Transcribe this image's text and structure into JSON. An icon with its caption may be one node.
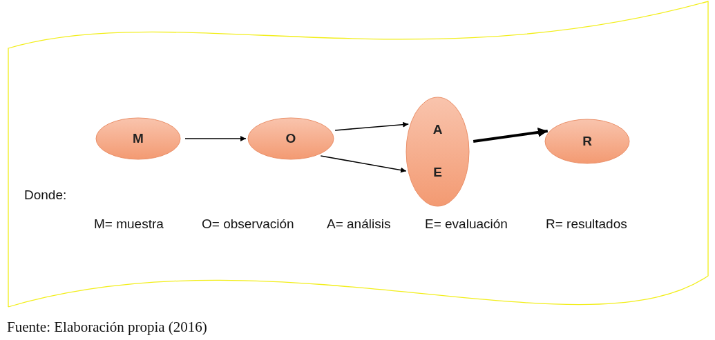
{
  "diagram": {
    "caption": "Fuente: Elaboración propia (2016)",
    "nodes": [
      {
        "text": [
          "M"
        ]
      },
      {
        "text": [
          "O"
        ]
      },
      {
        "text": [
          "A",
          "E"
        ]
      },
      {
        "text": [
          "R"
        ]
      }
    ],
    "edges": [
      {
        "from": 0,
        "to": 1,
        "arrow": "to"
      },
      {
        "from": 1,
        "to": 2,
        "arrow": "to"
      },
      {
        "from": 1,
        "to": 2,
        "arrow": "to"
      },
      {
        "from": 2,
        "to": 3,
        "arrow": "to",
        "style": "thick"
      }
    ],
    "labels": [
      "Donde:",
      "M= muestra",
      "O= observación",
      "A= análisis",
      "E= evaluación",
      "R= resultados"
    ]
  }
}
